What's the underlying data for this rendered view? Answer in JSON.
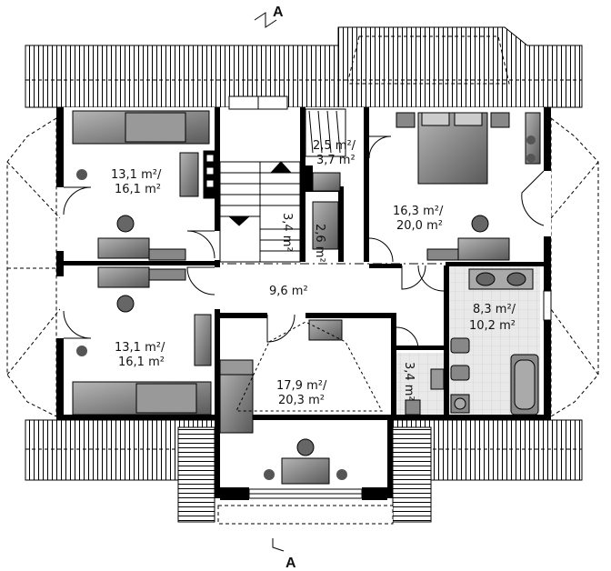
{
  "section": {
    "top_label": "A",
    "bottom_label": "A"
  },
  "rooms": {
    "room_tl": {
      "line1": "13,1 m²/",
      "line2": "16,1 m²"
    },
    "room_bl": {
      "line1": "13,1 m²/",
      "line2": "16,1 m²"
    },
    "closet": {
      "line1": "2,5 m²/",
      "line2": "3,7 m²"
    },
    "master": {
      "line1": "16,3 m²/",
      "line2": "20,0 m²"
    },
    "stair_hall": {
      "label": "3,4 m²"
    },
    "storage": {
      "label": "2,6 m²"
    },
    "hall": {
      "label": "9,6 m²"
    },
    "room_bottom": {
      "line1": "17,9 m²/",
      "line2": "20,3 m²"
    },
    "bath": {
      "line1": "8,3 m²/",
      "line2": "10,2 m²"
    },
    "wc": {
      "label": "3,4 m²"
    }
  },
  "colors": {
    "wall": "#000000",
    "furniture": "#777777",
    "tile": "#e6e6e6"
  }
}
